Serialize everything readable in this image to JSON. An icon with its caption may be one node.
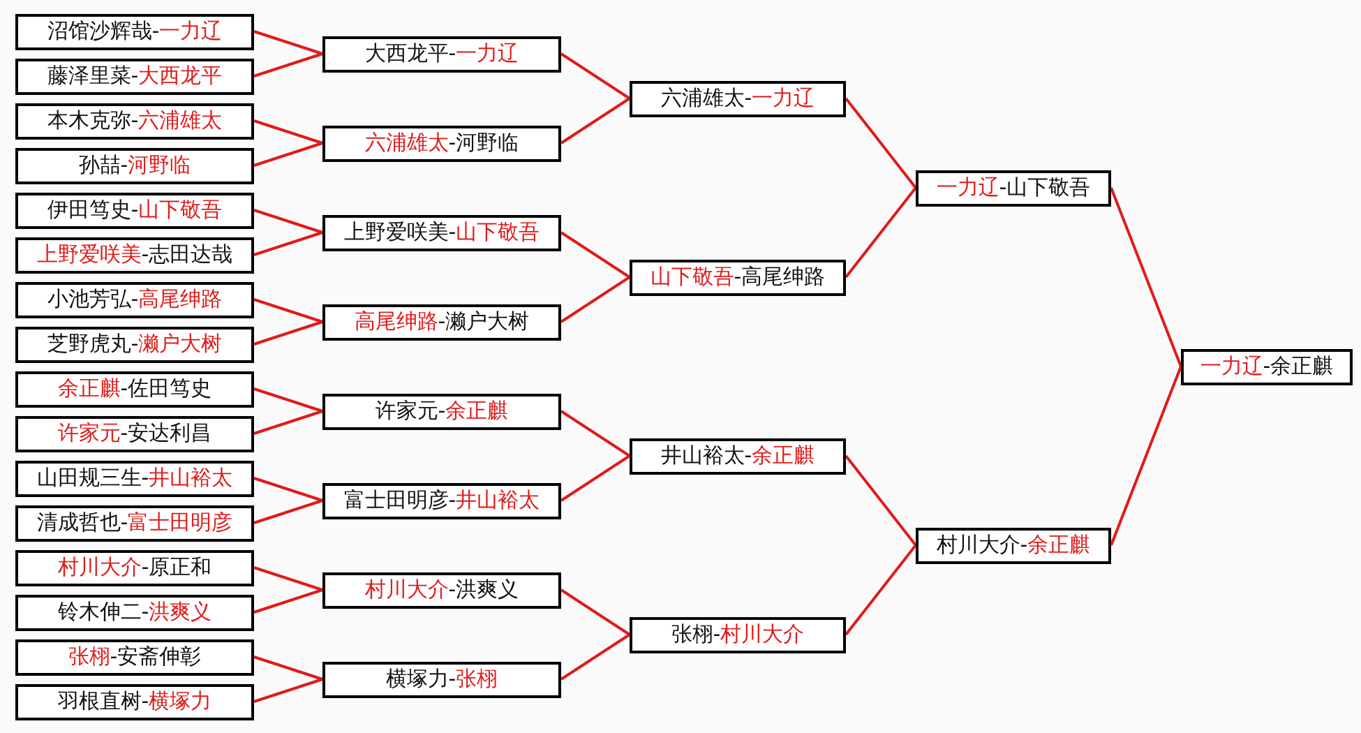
{
  "diagram": {
    "nodes": [
      {
        "text": [
          "沼馆沙辉哉-**一力辽**"
        ]
      },
      {
        "text": [
          "藤泽里菜-**大西龙平**"
        ]
      },
      {
        "text": [
          "本木克弥-**六浦雄太**"
        ]
      },
      {
        "text": [
          "孙喆-**河野临**"
        ]
      },
      {
        "text": [
          "伊田笃史-**山下敬吾**"
        ]
      },
      {
        "text": [
          "**上野爱咲美**-志田达哉"
        ]
      },
      {
        "text": [
          "小池芳弘-**高尾绅路**"
        ]
      },
      {
        "text": [
          "芝野虎丸-**濑户大树**"
        ]
      },
      {
        "text": [
          "**余正麒**-佐田笃史"
        ]
      },
      {
        "text": [
          "**许家元**-安达利昌"
        ]
      },
      {
        "text": [
          "山田规三生-**井山裕太**"
        ]
      },
      {
        "text": [
          "清成哲也-**富士田明彦**"
        ]
      },
      {
        "text": [
          "**村川大介**-原正和"
        ]
      },
      {
        "text": [
          "铃木伸二-**洪爽义**"
        ]
      },
      {
        "text": [
          "**张栩**-安斋伸彰"
        ]
      },
      {
        "text": [
          "羽根直树-**横塚力**"
        ]
      },
      {
        "text": [
          "大西龙平-**一力辽**"
        ]
      },
      {
        "text": [
          "**六浦雄太**-河野临"
        ]
      },
      {
        "text": [
          "上野爱咲美-**山下敬吾**"
        ]
      },
      {
        "text": [
          "**高尾绅路**-濑户大树"
        ]
      },
      {
        "text": [
          "许家元-**余正麒**"
        ]
      },
      {
        "text": [
          "富士田明彦-**井山裕太**"
        ]
      },
      {
        "text": [
          "**村川大介**-洪爽义"
        ]
      },
      {
        "text": [
          "横塚力-**张栩**"
        ]
      },
      {
        "text": [
          "六浦雄太-**一力辽**"
        ]
      },
      {
        "text": [
          "**山下敬吾**-高尾绅路"
        ]
      },
      {
        "text": [
          "井山裕太-**余正麒**"
        ]
      },
      {
        "text": [
          "张栩-**村川大介**"
        ]
      },
      {
        "text": [
          "**一力辽**-山下敬吾"
        ]
      },
      {
        "text": [
          "村川大介-**余正麒**"
        ]
      },
      {
        "text": [
          "**一力辽**-余正麒"
        ]
      }
    ],
    "edges": [
      {
        "from": 0,
        "to": 16,
        "arrow": "none"
      },
      {
        "from": 1,
        "to": 16,
        "arrow": "none"
      },
      {
        "from": 2,
        "to": 17,
        "arrow": "none"
      },
      {
        "from": 3,
        "to": 17,
        "arrow": "none"
      },
      {
        "from": 4,
        "to": 18,
        "arrow": "none"
      },
      {
        "from": 5,
        "to": 18,
        "arrow": "none"
      },
      {
        "from": 6,
        "to": 19,
        "arrow": "none"
      },
      {
        "from": 7,
        "to": 19,
        "arrow": "none"
      },
      {
        "from": 8,
        "to": 20,
        "arrow": "none"
      },
      {
        "from": 9,
        "to": 20,
        "arrow": "none"
      },
      {
        "from": 10,
        "to": 21,
        "arrow": "none"
      },
      {
        "from": 11,
        "to": 21,
        "arrow": "none"
      },
      {
        "from": 12,
        "to": 22,
        "arrow": "none"
      },
      {
        "from": 13,
        "to": 22,
        "arrow": "none"
      },
      {
        "from": 14,
        "to": 23,
        "arrow": "none"
      },
      {
        "from": 15,
        "to": 23,
        "arrow": "none"
      },
      {
        "from": 16,
        "to": 24,
        "arrow": "none"
      },
      {
        "from": 17,
        "to": 24,
        "arrow": "none"
      },
      {
        "from": 18,
        "to": 25,
        "arrow": "none"
      },
      {
        "from": 19,
        "to": 25,
        "arrow": "none"
      },
      {
        "from": 20,
        "to": 26,
        "arrow": "none"
      },
      {
        "from": 21,
        "to": 26,
        "arrow": "none"
      },
      {
        "from": 22,
        "to": 27,
        "arrow": "none"
      },
      {
        "from": 23,
        "to": 27,
        "arrow": "none"
      },
      {
        "from": 24,
        "to": 28,
        "arrow": "none"
      },
      {
        "from": 25,
        "to": 28,
        "arrow": "none"
      },
      {
        "from": 26,
        "to": 29,
        "arrow": "none"
      },
      {
        "from": 27,
        "to": 29,
        "arrow": "none"
      },
      {
        "from": 28,
        "to": 30,
        "arrow": "none"
      },
      {
        "from": 29,
        "to": 30,
        "arrow": "none"
      }
    ]
  }
}
